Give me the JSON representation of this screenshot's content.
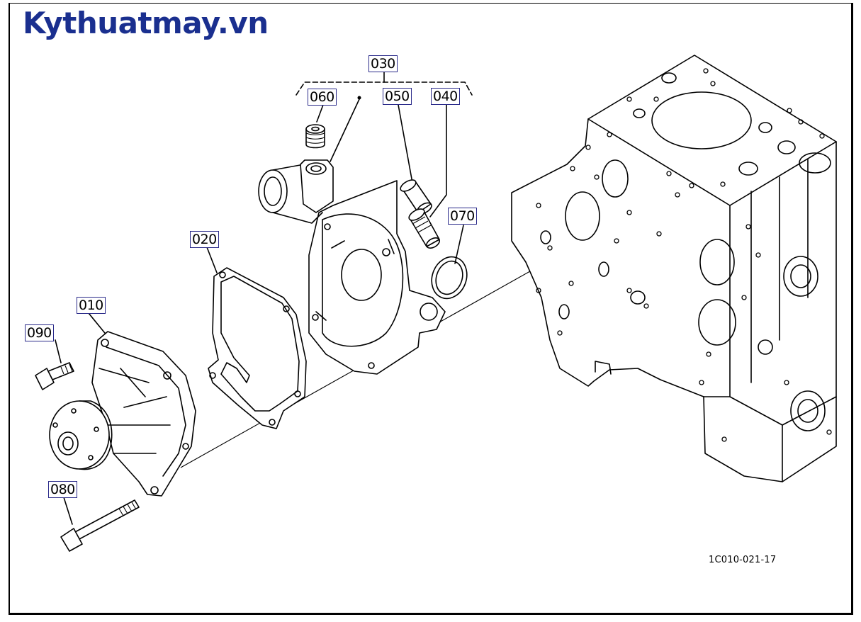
{
  "brand": {
    "text": "Kythuatmay.vn",
    "color": "#1a2f8f"
  },
  "drawing_code": "1C010-021-17",
  "callouts": {
    "c010": "010",
    "c020": "020",
    "c030": "030",
    "c040": "040",
    "c050": "050",
    "c060": "060",
    "c070": "070",
    "c080": "080",
    "c090": "090"
  }
}
